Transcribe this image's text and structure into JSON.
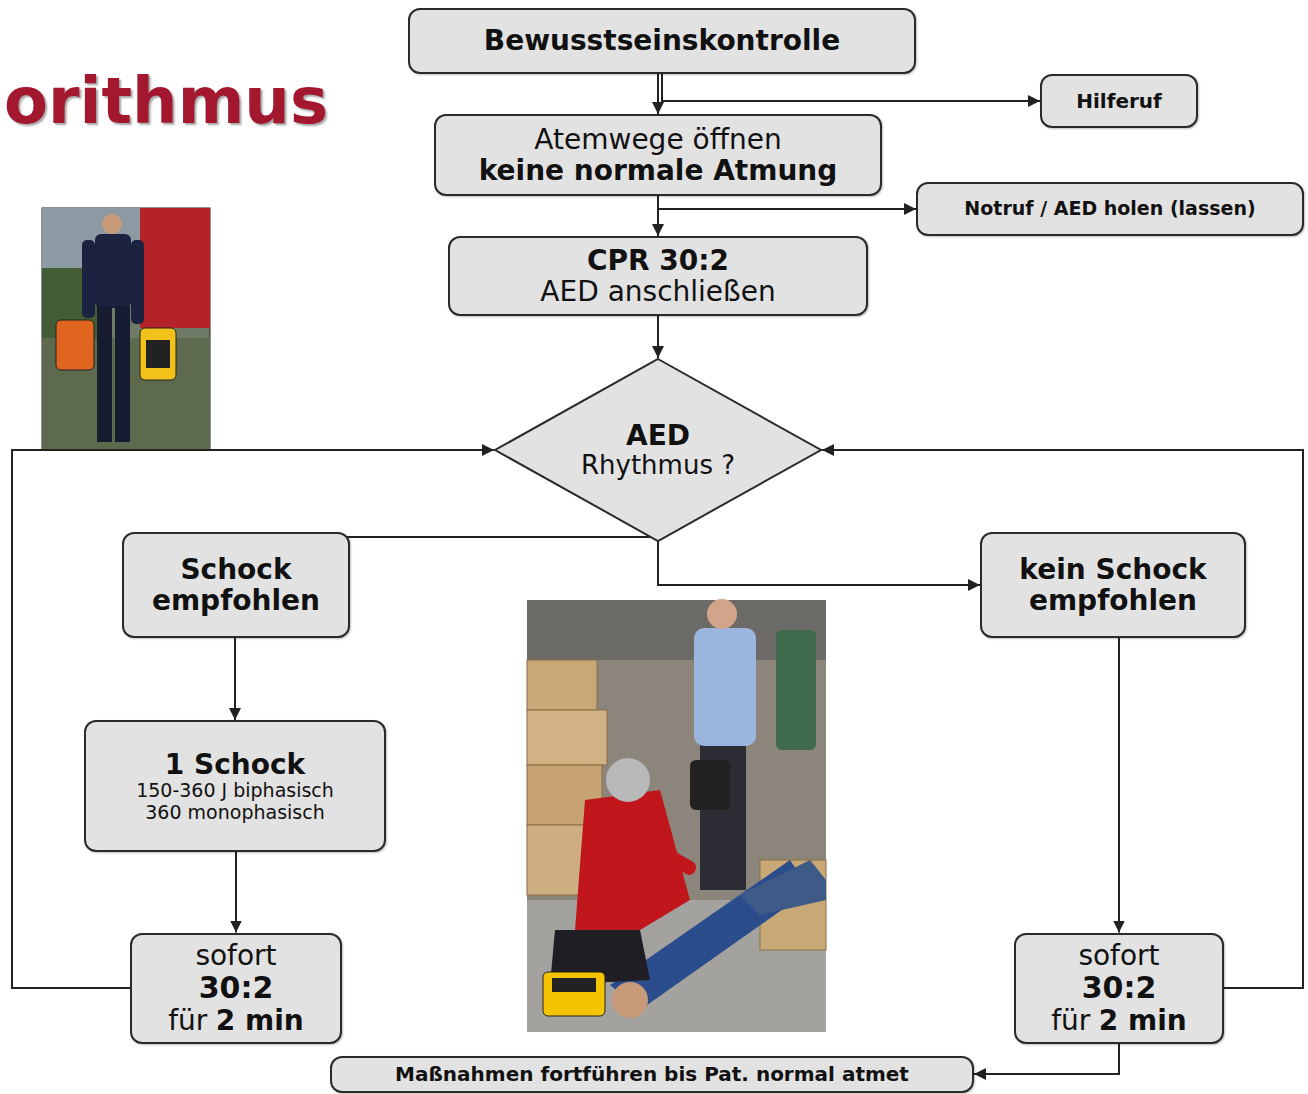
{
  "diagram": {
    "title": "orithmus",
    "nodes": [
      {
        "text": [
          "Bewusstseinskontrolle"
        ]
      },
      {
        "text": [
          "Hilferuf"
        ]
      },
      {
        "text": [
          "Atemwege öffnen",
          "keine normale Atmung"
        ]
      },
      {
        "text": [
          "Notruf / AED holen (lassen)"
        ]
      },
      {
        "text": [
          "CPR 30:2",
          "AED anschließen"
        ]
      },
      {
        "text": [
          "AED",
          "Rhythmus ?"
        ]
      },
      {
        "text": [
          "Schock empfohlen"
        ]
      },
      {
        "text": [
          "kein Schock empfohlen"
        ]
      },
      {
        "text": [
          "1 Schock",
          "150-360 J biphasisch",
          "360 monophasisch"
        ]
      },
      {
        "text": [
          "sofort",
          "30:2",
          "für",
          "2 min"
        ]
      },
      {
        "text": [
          "sofort",
          "30:2",
          "für",
          "2 min"
        ]
      },
      {
        "text": [
          "Maßnahmen fortführen bis Pat. normal atmet"
        ]
      }
    ],
    "edges": [
      {
        "from": 0,
        "to": 2,
        "arrow": "to"
      },
      {
        "from": 0,
        "to": 1,
        "arrow": "to"
      },
      {
        "from": 2,
        "to": 4,
        "arrow": "to"
      },
      {
        "from": 2,
        "to": 3,
        "arrow": "to"
      },
      {
        "from": 4,
        "to": 5,
        "arrow": "to"
      },
      {
        "from": 5,
        "to": 6,
        "arrow": "to"
      },
      {
        "from": 5,
        "to": 7,
        "arrow": "to"
      },
      {
        "from": 6,
        "to": 8,
        "arrow": "to"
      },
      {
        "from": 8,
        "to": 9,
        "arrow": "to"
      },
      {
        "from": 9,
        "to": 5,
        "arrow": "to"
      },
      {
        "from": 7,
        "to": 10,
        "arrow": "to"
      },
      {
        "from": 10,
        "to": 5,
        "arrow": "to"
      },
      {
        "from": 10,
        "to": 11,
        "arrow": "to"
      }
    ]
  }
}
